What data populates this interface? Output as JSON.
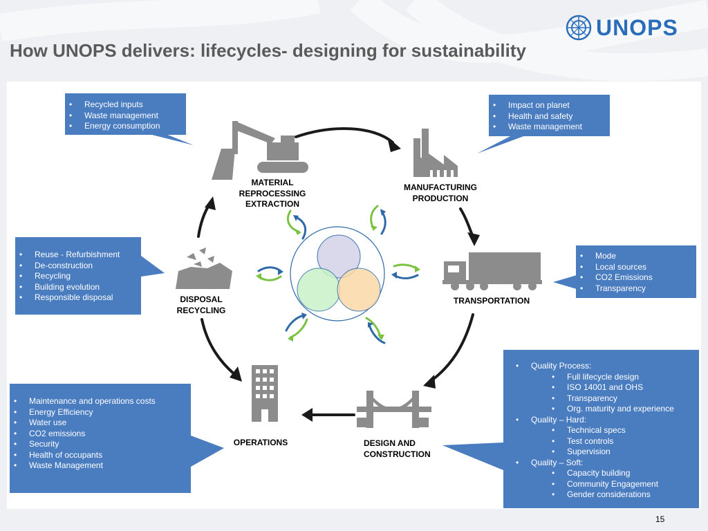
{
  "logo": {
    "text": "UNOPS",
    "color": "#2a6ebb"
  },
  "title": "How UNOPS delivers: lifecycles- designing for sustainability",
  "stages": {
    "extraction": [
      "MATERIAL",
      "REPROCESSING",
      "EXTRACTION"
    ],
    "manufacturing": [
      "MANUFACTURING",
      "PRODUCTION"
    ],
    "transportation": [
      "TRANSPORTATION"
    ],
    "design": [
      "DESIGN AND",
      "CONSTRUCTION"
    ],
    "operations": [
      "OPERATIONS"
    ],
    "disposal": [
      "DISPOSAL",
      "RECYCLING"
    ]
  },
  "callouts": {
    "top_left": [
      "Recycled inputs",
      "Waste management",
      "Energy consumption"
    ],
    "top_right": [
      "Impact on planet",
      "Health and safety",
      "Waste management"
    ],
    "mid_left": [
      "Reuse - Refurbishment",
      "De-construction",
      "Recycling",
      "Building evolution",
      "Responsible disposal"
    ],
    "mid_right": [
      "Mode",
      "Local sources",
      "CO2 Emissions",
      "Transparency"
    ],
    "bottom_left": [
      "Maintenance and operations costs",
      "Energy Efficiency",
      "Water use",
      "CO2 emissions",
      "Security",
      "Health of occupants",
      "Waste Management"
    ],
    "bottom_right": {
      "quality_process": "Quality Process:",
      "quality_process_items": [
        "Full lifecycle design",
        "ISO 14001 and OHS",
        "Transparency",
        "Org. maturity and experience"
      ],
      "quality_hard": "Quality – Hard:",
      "quality_hard_items": [
        "Technical specs",
        "Test controls",
        "Supervision"
      ],
      "quality_soft": "Quality – Soft:",
      "quality_soft_items": [
        "Capacity building",
        "Community Engagement",
        "Gender considerations"
      ]
    }
  },
  "colors": {
    "callout_blue": "#4a7cc0",
    "icon_gray": "#8c8c8c",
    "arrow_dark": "#1a1a1a",
    "arrow_green": "#7cc242",
    "arrow_blue": "#2e6aa8",
    "venn_purple": "#d7d8ea",
    "venn_green": "#c9f2c7",
    "venn_orange": "#fbd9a8"
  },
  "page_number": "15"
}
